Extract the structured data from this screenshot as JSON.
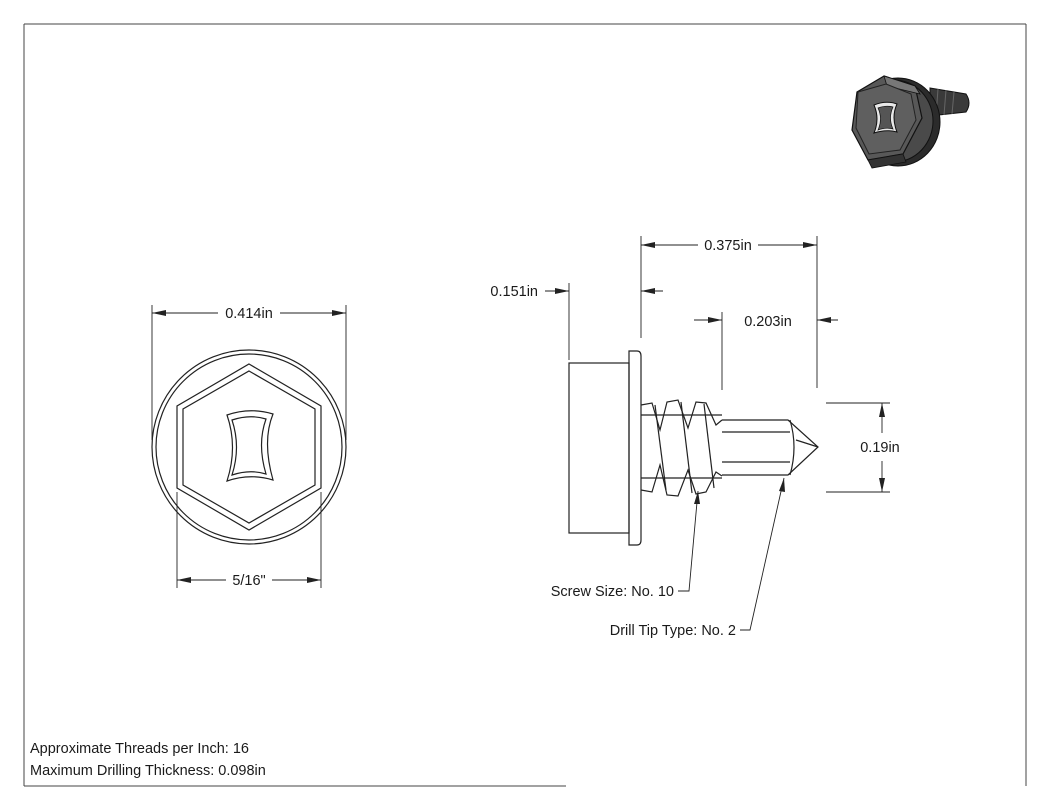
{
  "dimensions": {
    "head_diameter": "0.414in",
    "hex_size": "5/16\"",
    "overall_length": "0.375in",
    "head_height": "0.151in",
    "tip_length": "0.203in",
    "shank_diameter": "0.19in"
  },
  "callouts": {
    "screw_size": "Screw Size: No. 10",
    "drill_tip": "Drill Tip Type: No. 2"
  },
  "notes": {
    "threads": "Approximate Threads per Inch: 16",
    "drilling": "Maximum Drilling Thickness: 0.098in"
  },
  "icons": {
    "isometric_view": "hex-washer-head-screw-icon"
  }
}
